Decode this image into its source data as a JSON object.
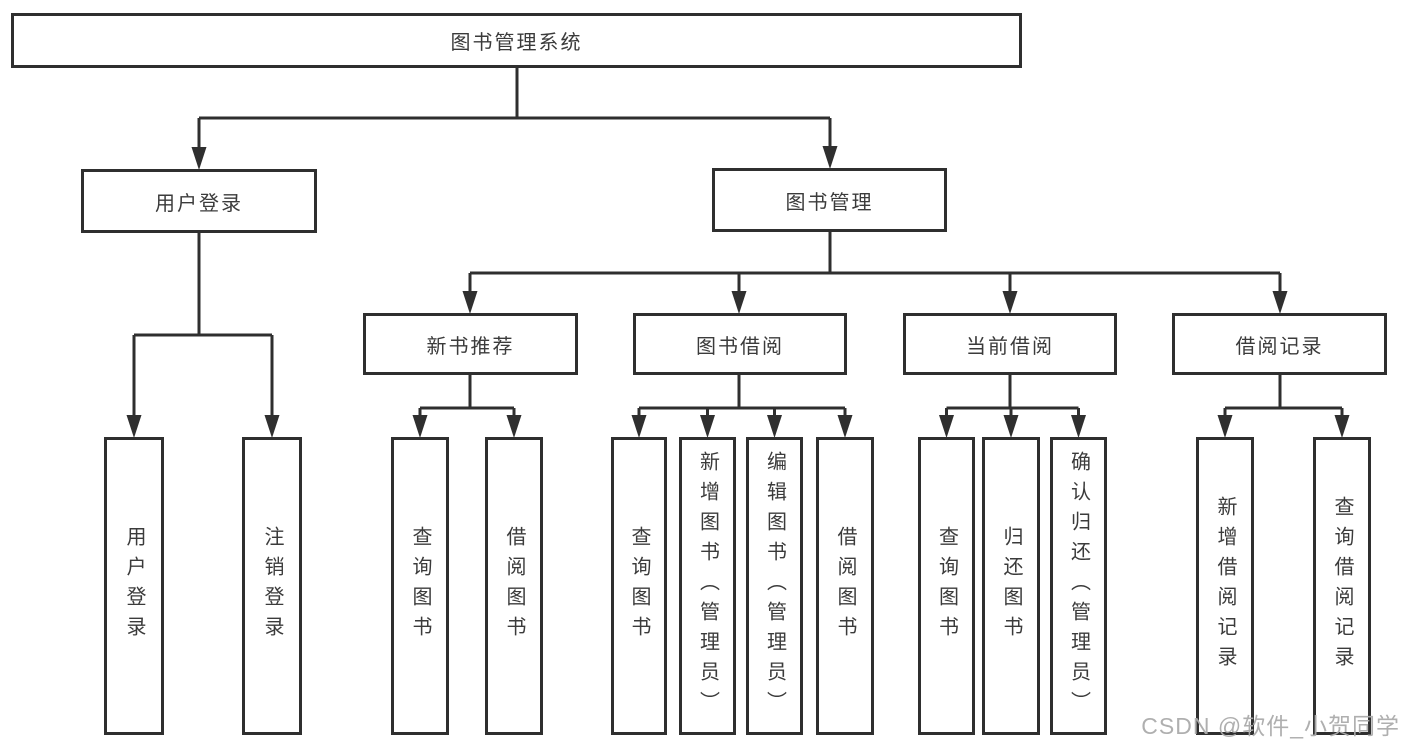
{
  "diagram_title": "图书管理系统",
  "tree": {
    "root": {
      "label": "图书管理系统"
    },
    "children": [
      {
        "label": "用户登录",
        "children": [
          {
            "label": "用户登录"
          },
          {
            "label": "注销登录"
          }
        ]
      },
      {
        "label": "图书管理",
        "children": [
          {
            "label": "新书推荐",
            "children": [
              {
                "label": "查询图书"
              },
              {
                "label": "借阅图书"
              }
            ]
          },
          {
            "label": "图书借阅",
            "children": [
              {
                "label": "查询图书"
              },
              {
                "label": "新增图书（管理员）"
              },
              {
                "label": "编辑图书（管理员）"
              },
              {
                "label": "借阅图书"
              }
            ]
          },
          {
            "label": "当前借阅",
            "children": [
              {
                "label": "查询图书"
              },
              {
                "label": "归还图书"
              },
              {
                "label": "确认归还（管理员）"
              }
            ]
          },
          {
            "label": "借阅记录",
            "children": [
              {
                "label": "新增借阅记录"
              },
              {
                "label": "查询借阅记录"
              }
            ]
          }
        ]
      }
    ]
  },
  "watermark": "CSDN @软件_小贺同学",
  "colors": {
    "line": "#2f2f2f",
    "text": "#3b3b3b",
    "background": "#ffffff",
    "watermark": "#ababab"
  }
}
